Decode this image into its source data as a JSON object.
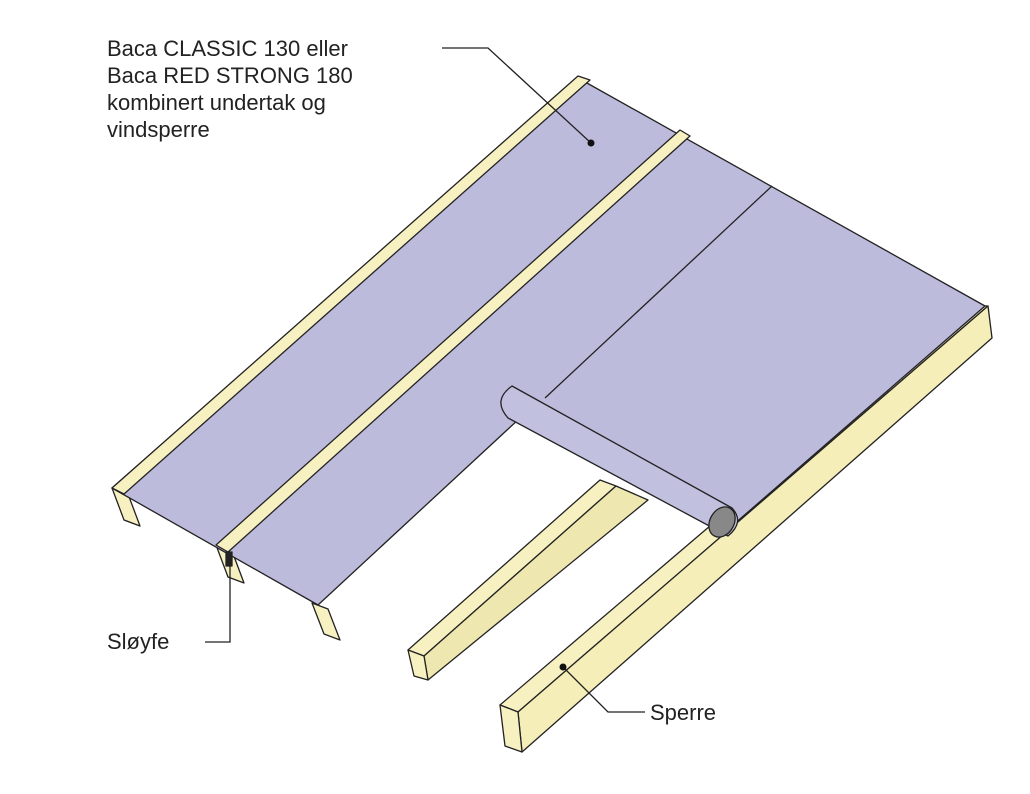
{
  "labels": {
    "membrane": [
      "Baca CLASSIC 130 eller",
      "Baca RED STRONG 180",
      "kombinert undertak og",
      "vindsperre"
    ],
    "batten": "Sløyfe",
    "rafter": "Sperre"
  },
  "colors": {
    "membrane": "#bdbbdc",
    "wood": "#f7f1c2",
    "wood_side": "#ece3a8",
    "outline": "#222222"
  }
}
